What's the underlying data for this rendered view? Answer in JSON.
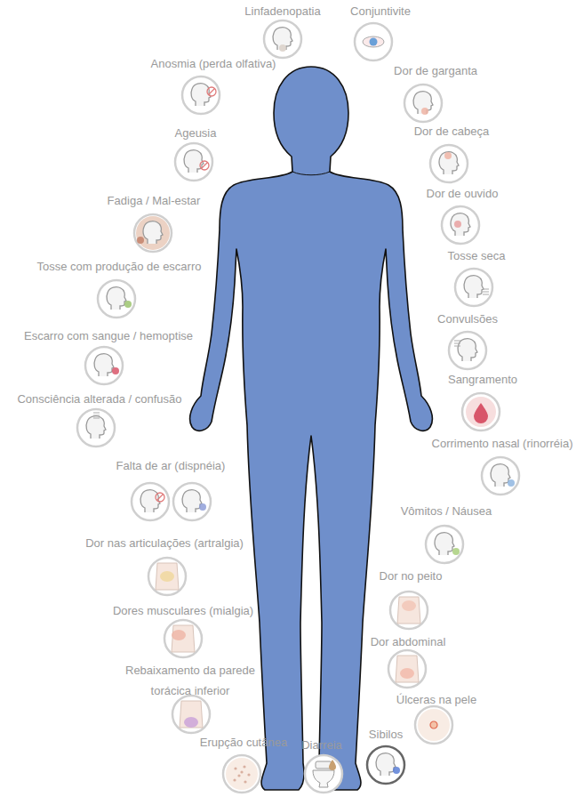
{
  "diagram": {
    "nodes": [
      {
        "text": [
          "Linfadenopatia"
        ]
      },
      {
        "text": [
          "Conjuntivite"
        ]
      },
      {
        "text": [
          "Anosmia (perda olfativa)"
        ]
      },
      {
        "text": [
          "Dor de garganta"
        ]
      },
      {
        "text": [
          "Ageusia"
        ]
      },
      {
        "text": [
          "Dor de cabeça"
        ]
      },
      {
        "text": [
          "Fadiga / Mal-estar"
        ]
      },
      {
        "text": [
          "Dor de ouvido"
        ]
      },
      {
        "text": [
          "Tosse com produção de escarro"
        ]
      },
      {
        "text": [
          "Tosse seca"
        ]
      },
      {
        "text": [
          "Escarro com sangue / hemoptise"
        ]
      },
      {
        "text": [
          "Convulsões"
        ]
      },
      {
        "text": [
          "Consciência alterada / confusão"
        ]
      },
      {
        "text": [
          "Sangramento"
        ]
      },
      {
        "text": [
          "Corrimento nasal (rinorréia)"
        ]
      },
      {
        "text": [
          "Falta de ar (dispnéia)"
        ]
      },
      {
        "text": [
          "Vômitos / Náusea"
        ]
      },
      {
        "text": [
          "Dor nas articulações (artralgia)"
        ]
      },
      {
        "text": [
          "Dor no peito"
        ]
      },
      {
        "text": [
          "Dores musculares (mialgia)"
        ]
      },
      {
        "text": [
          "Dor abdominal"
        ]
      },
      {
        "text": [
          "Rebaixamento da parede torácica inferior"
        ]
      },
      {
        "text": [
          "Úlceras na pele"
        ]
      },
      {
        "text": [
          "Sibilos"
        ]
      },
      {
        "text": [
          "Erupção cutânea"
        ]
      },
      {
        "text": [
          "Diarreia"
        ]
      }
    ]
  }
}
